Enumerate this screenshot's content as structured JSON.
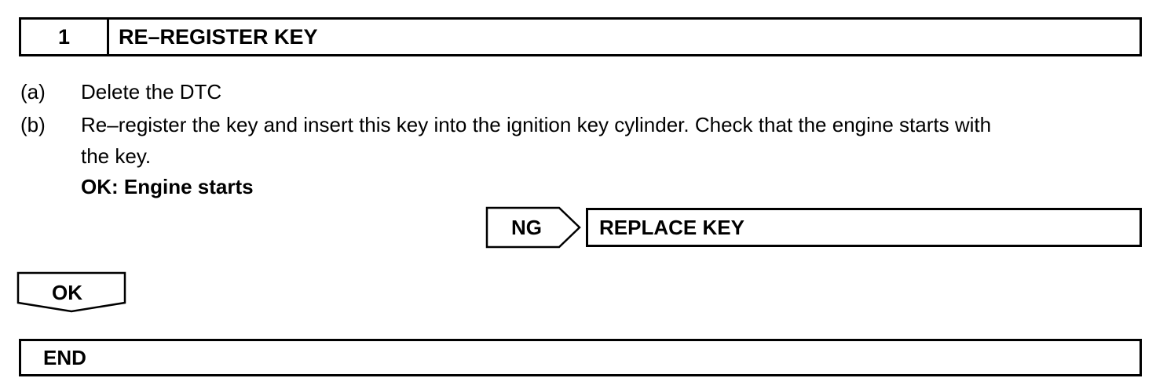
{
  "step": {
    "number": "1",
    "title": "RE–REGISTER KEY"
  },
  "instructions": [
    {
      "label": "(a)",
      "text": "Delete the DTC"
    },
    {
      "label": "(b)",
      "line1": "Re–register the key and insert this key into the ignition key cylinder. Check that the engine starts with",
      "line2": "the key."
    }
  ],
  "ok_criteria": "OK: Engine starts",
  "ng_branch": {
    "label": "NG",
    "action": "REPLACE KEY"
  },
  "ok_branch": {
    "label": "OK"
  },
  "end_label": "END"
}
